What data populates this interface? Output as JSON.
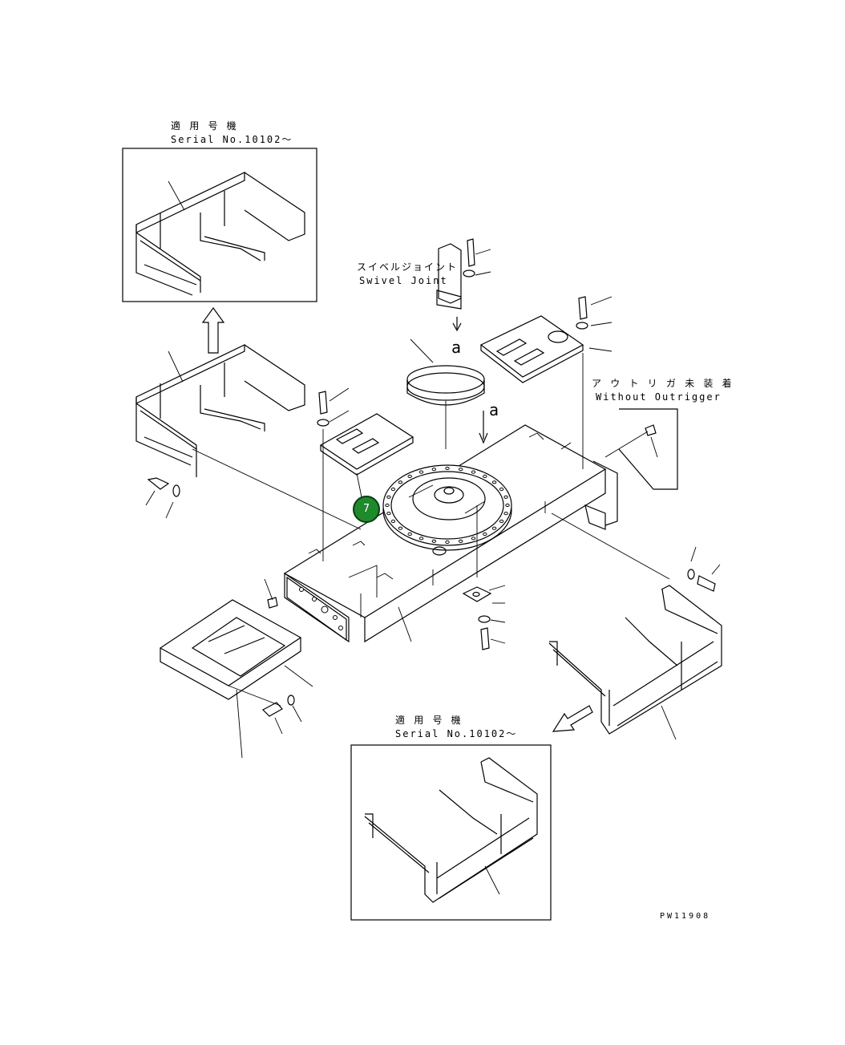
{
  "labels": {
    "inset_top_jp": "適 用 号 機",
    "inset_top_serial": "Serial No.10102～",
    "swivel_jp": "スイベルジョイント",
    "swivel_en": "Swivel Joint",
    "outrigger_jp": "ア ウ ト リ ガ 未 装 着",
    "outrigger_en": "Without Outrigger",
    "inset_bottom_jp": "適 用 号 機",
    "inset_bottom_serial": "Serial No.10102～",
    "ref_a_upper": "a",
    "ref_a_lower": "a",
    "drawing_code": "PW11908"
  },
  "callouts": [
    {
      "number": "7",
      "color": "#1e8a2b"
    }
  ],
  "icons": [
    "up-arrow-icon",
    "down-left-arrow-icon",
    "down-arrow-icon"
  ]
}
